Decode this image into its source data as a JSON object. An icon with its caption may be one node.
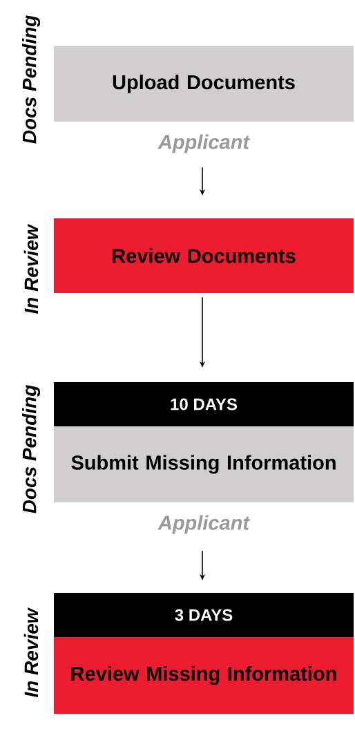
{
  "diagram": {
    "nodes": [
      {
        "text": [
          "Upload Documents"
        ],
        "beside": [
          "Docs Pending",
          "Applicant"
        ]
      },
      {
        "text": [
          "Review Documents"
        ],
        "beside": [
          "In Review"
        ]
      },
      {
        "text": [
          "10 DAYS",
          "Submit Missing Information"
        ],
        "beside": [
          "Docs Pending",
          "Applicant"
        ]
      },
      {
        "text": [
          "3 DAYS",
          "Review Missing Information"
        ],
        "beside": [
          "In Review"
        ]
      }
    ],
    "edges": [
      {
        "from": 0,
        "to": 1,
        "arrow": "to"
      },
      {
        "from": 1,
        "to": 2,
        "arrow": "to"
      },
      {
        "from": 2,
        "to": 3,
        "arrow": "to"
      }
    ]
  }
}
